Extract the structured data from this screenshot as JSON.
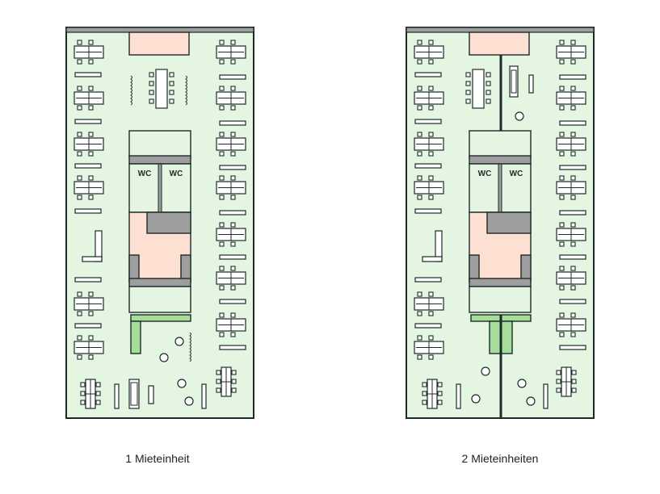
{
  "plans": [
    {
      "id": "plan-1",
      "caption": "1 Mieteinheit",
      "split": false
    },
    {
      "id": "plan-2",
      "caption": "2 Mieteinheiten",
      "split": true
    }
  ],
  "labels": {
    "wc": "WC"
  },
  "colors": {
    "floor": "#e4f6e1",
    "outline": "#1c2b2a",
    "peach": "#fde0d2",
    "grey": "#9e9e9e",
    "green": "#a6dd9a",
    "furniture": "#ffffff"
  }
}
